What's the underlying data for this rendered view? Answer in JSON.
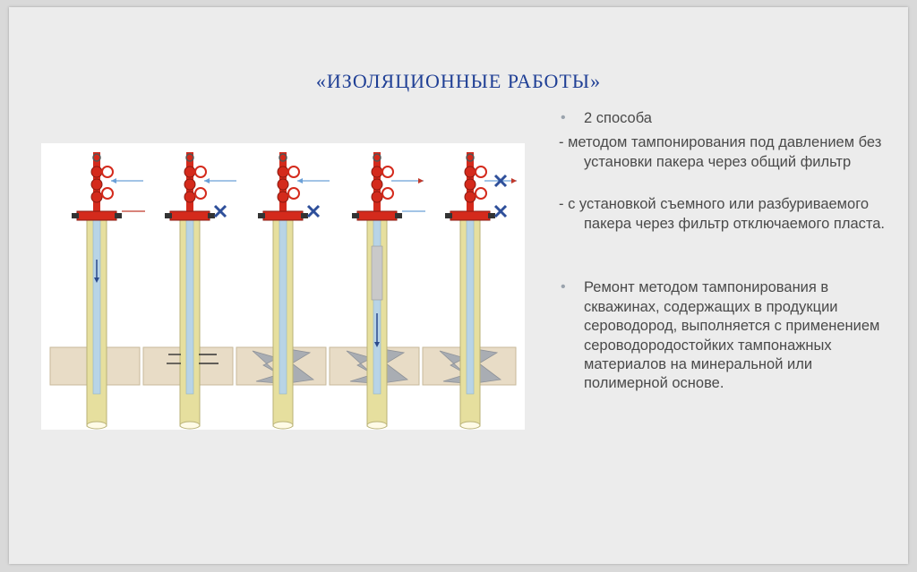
{
  "slide": {
    "title": "«ИЗОЛЯЦИОННЫЕ РАБОТЫ»"
  },
  "content": {
    "item1": "2 способа",
    "item2": "- методом тампонирования под давлением без установки пакера через общий фильтр",
    "item3": "- с установкой съемного или разбуриваемого пакера через фильтр отключаемого пласта.",
    "item4": "Ремонт  методом тампонирования в скважинах, содержащих в продукции сероводород, выполняется с применением сероводородостойких тампонажных материалов на минеральной или полимерной основе."
  },
  "colors": {
    "title": "#1f3f95",
    "text": "#4a4a4a",
    "valve_red": "#d42a1c",
    "valve_blue": "#2e4f9a",
    "pipe_outer": "#e6df9e",
    "pipe_inner": "#b8d4e6",
    "formation": "#e8dcc6"
  },
  "figure": {
    "icons": [
      "wellhead-valve-icon",
      "closed-valve-x-icon",
      "flow-arrow-icon"
    ]
  }
}
